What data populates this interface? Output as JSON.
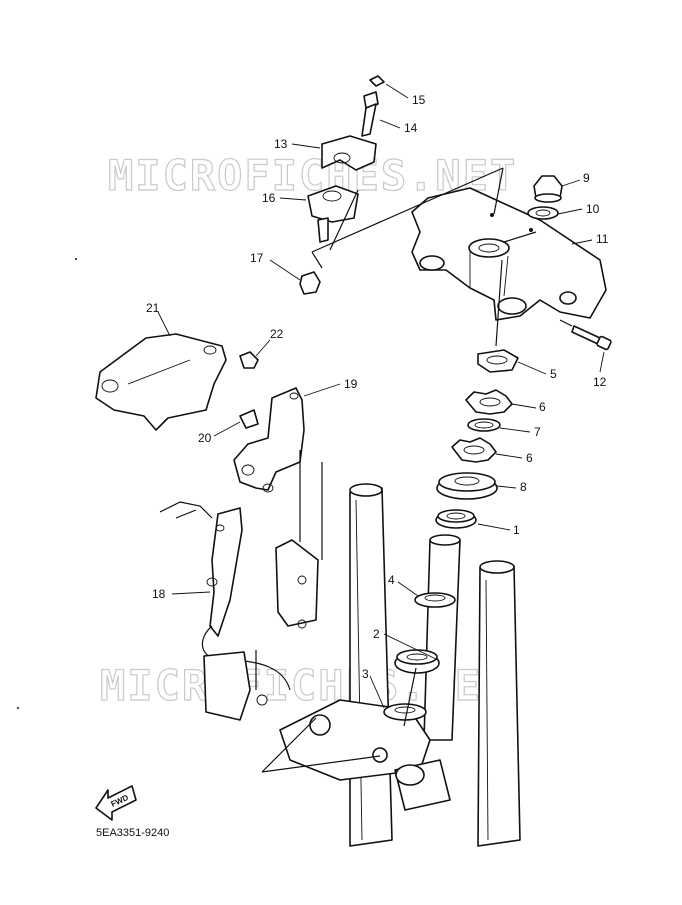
{
  "watermark": "MICROFICHES.NET",
  "diagram_code": "5EA3351-9240",
  "fwd_label": "FWD",
  "callouts": {
    "p1": "1",
    "p2": "2",
    "p3": "3",
    "p4": "4",
    "p5": "5",
    "p6a": "6",
    "p6b": "6",
    "p7": "7",
    "p8": "8",
    "p9": "9",
    "p10": "10",
    "p11": "11",
    "p12": "12",
    "p13": "13",
    "p14": "14",
    "p15": "15",
    "p16": "16",
    "p17": "17",
    "p18": "18",
    "p19": "19",
    "p20": "20",
    "p21": "21",
    "p22": "22"
  }
}
